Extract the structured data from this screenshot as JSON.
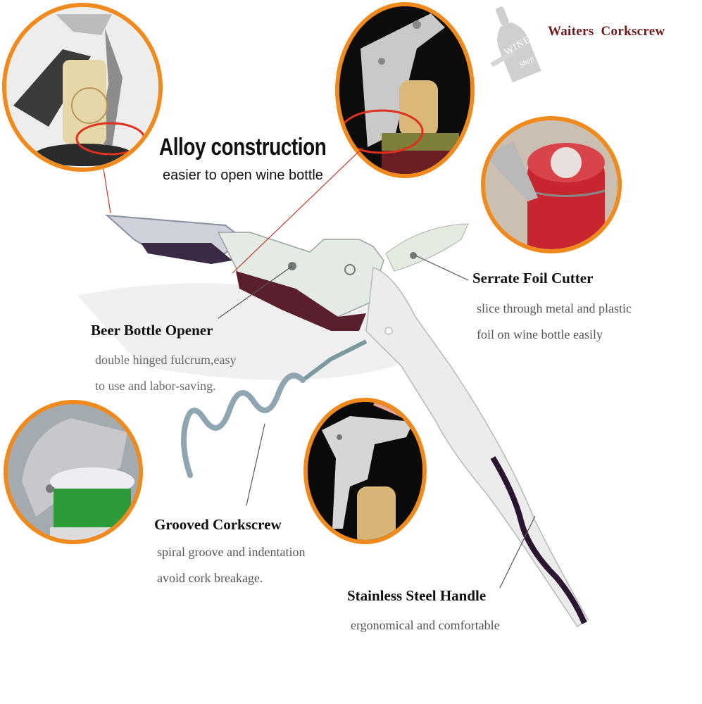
{
  "brand": {
    "title": "Waiters  Corkscrew",
    "logo_text_1": "WINE",
    "logo_text_2": "Shop",
    "title_color": "#6e1a1d"
  },
  "headline": {
    "title": "Alloy construction",
    "subtitle": "easier to open wine bottle"
  },
  "features": [
    {
      "title": "Serrate Foil Cutter",
      "lines": [
        "slice through metal and plastic",
        "foil on wine bottle easily"
      ]
    },
    {
      "title": "Beer Bottle Opener",
      "lines": [
        "double hinged fulcrum,easy",
        "to use and labor-saving."
      ]
    },
    {
      "title": "Grooved Corkscrew",
      "lines": [
        "spiral groove and indentation",
        "avoid cork breakage."
      ]
    },
    {
      "title": "Stainless Steel Handle",
      "lines": [
        "ergonomical and comfortable"
      ]
    }
  ],
  "photos": [
    {
      "name": "cork-lever-closeup",
      "subject": "lever gripping cork on black bottle"
    },
    {
      "name": "corkscrew-in-cork",
      "subject": "corkscrew pulling cork from green bottle"
    },
    {
      "name": "foil-cutting",
      "subject": "knife cutting red foil capsule"
    },
    {
      "name": "beer-cap-opening",
      "subject": "opener lifting cap from green beer bottle"
    },
    {
      "name": "cork-extraction",
      "subject": "corkscrew head holding extracted cork"
    }
  ],
  "colors": {
    "ring": "#f08a1c",
    "highlight_ellipse": "#e0301e",
    "pointer_line": "#c0392b"
  }
}
